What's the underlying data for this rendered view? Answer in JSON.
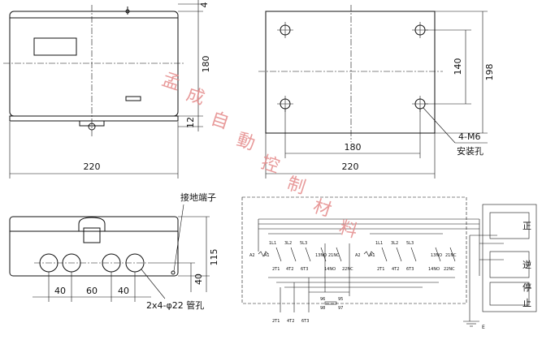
{
  "front_view": {
    "width_dim": "220",
    "height_dim": "180",
    "flange_dim": "12",
    "top_dim": "4"
  },
  "mounting_plate": {
    "hole_spacing_h": "180",
    "plate_width": "220",
    "hole_spacing_v": "140",
    "plate_height": "198",
    "hole_callout": "4-M6",
    "hole_note": "安装孔"
  },
  "bottom_view": {
    "ground_terminal": "接地端子",
    "depth_dim": "115",
    "hole_height_dim": "40",
    "spacing": [
      "40",
      "60",
      "40"
    ],
    "conduit_callout": "2x4-φ22 管孔"
  },
  "wiring": {
    "upper_left_terms": [
      "1L1",
      "3L2",
      "5L3"
    ],
    "upper_right_terms": [
      "1L1",
      "3L2",
      "5L3"
    ],
    "lower_left_terms": [
      "2T1",
      "4T2",
      "6T3"
    ],
    "lower_right_terms": [
      "2T1",
      "4T2",
      "6T3"
    ],
    "aux_nc": [
      "21NC",
      "21NC"
    ],
    "aux_no": [
      "13NO",
      "13NO"
    ],
    "aux_nc2": [
      "22NC",
      "22NC"
    ],
    "aux_no2": [
      "14NO",
      "14NO"
    ],
    "coil_left": [
      "A2",
      "A1"
    ],
    "coil_right": [
      "A2",
      "A1"
    ],
    "overload": [
      "96",
      "95",
      "98",
      "97"
    ],
    "motor_terms": [
      "2T1",
      "4T2",
      "6T3"
    ],
    "ground": "E",
    "buttons": [
      "正",
      "逆",
      "停",
      "止"
    ]
  },
  "watermark": "孟成自動控制材料"
}
